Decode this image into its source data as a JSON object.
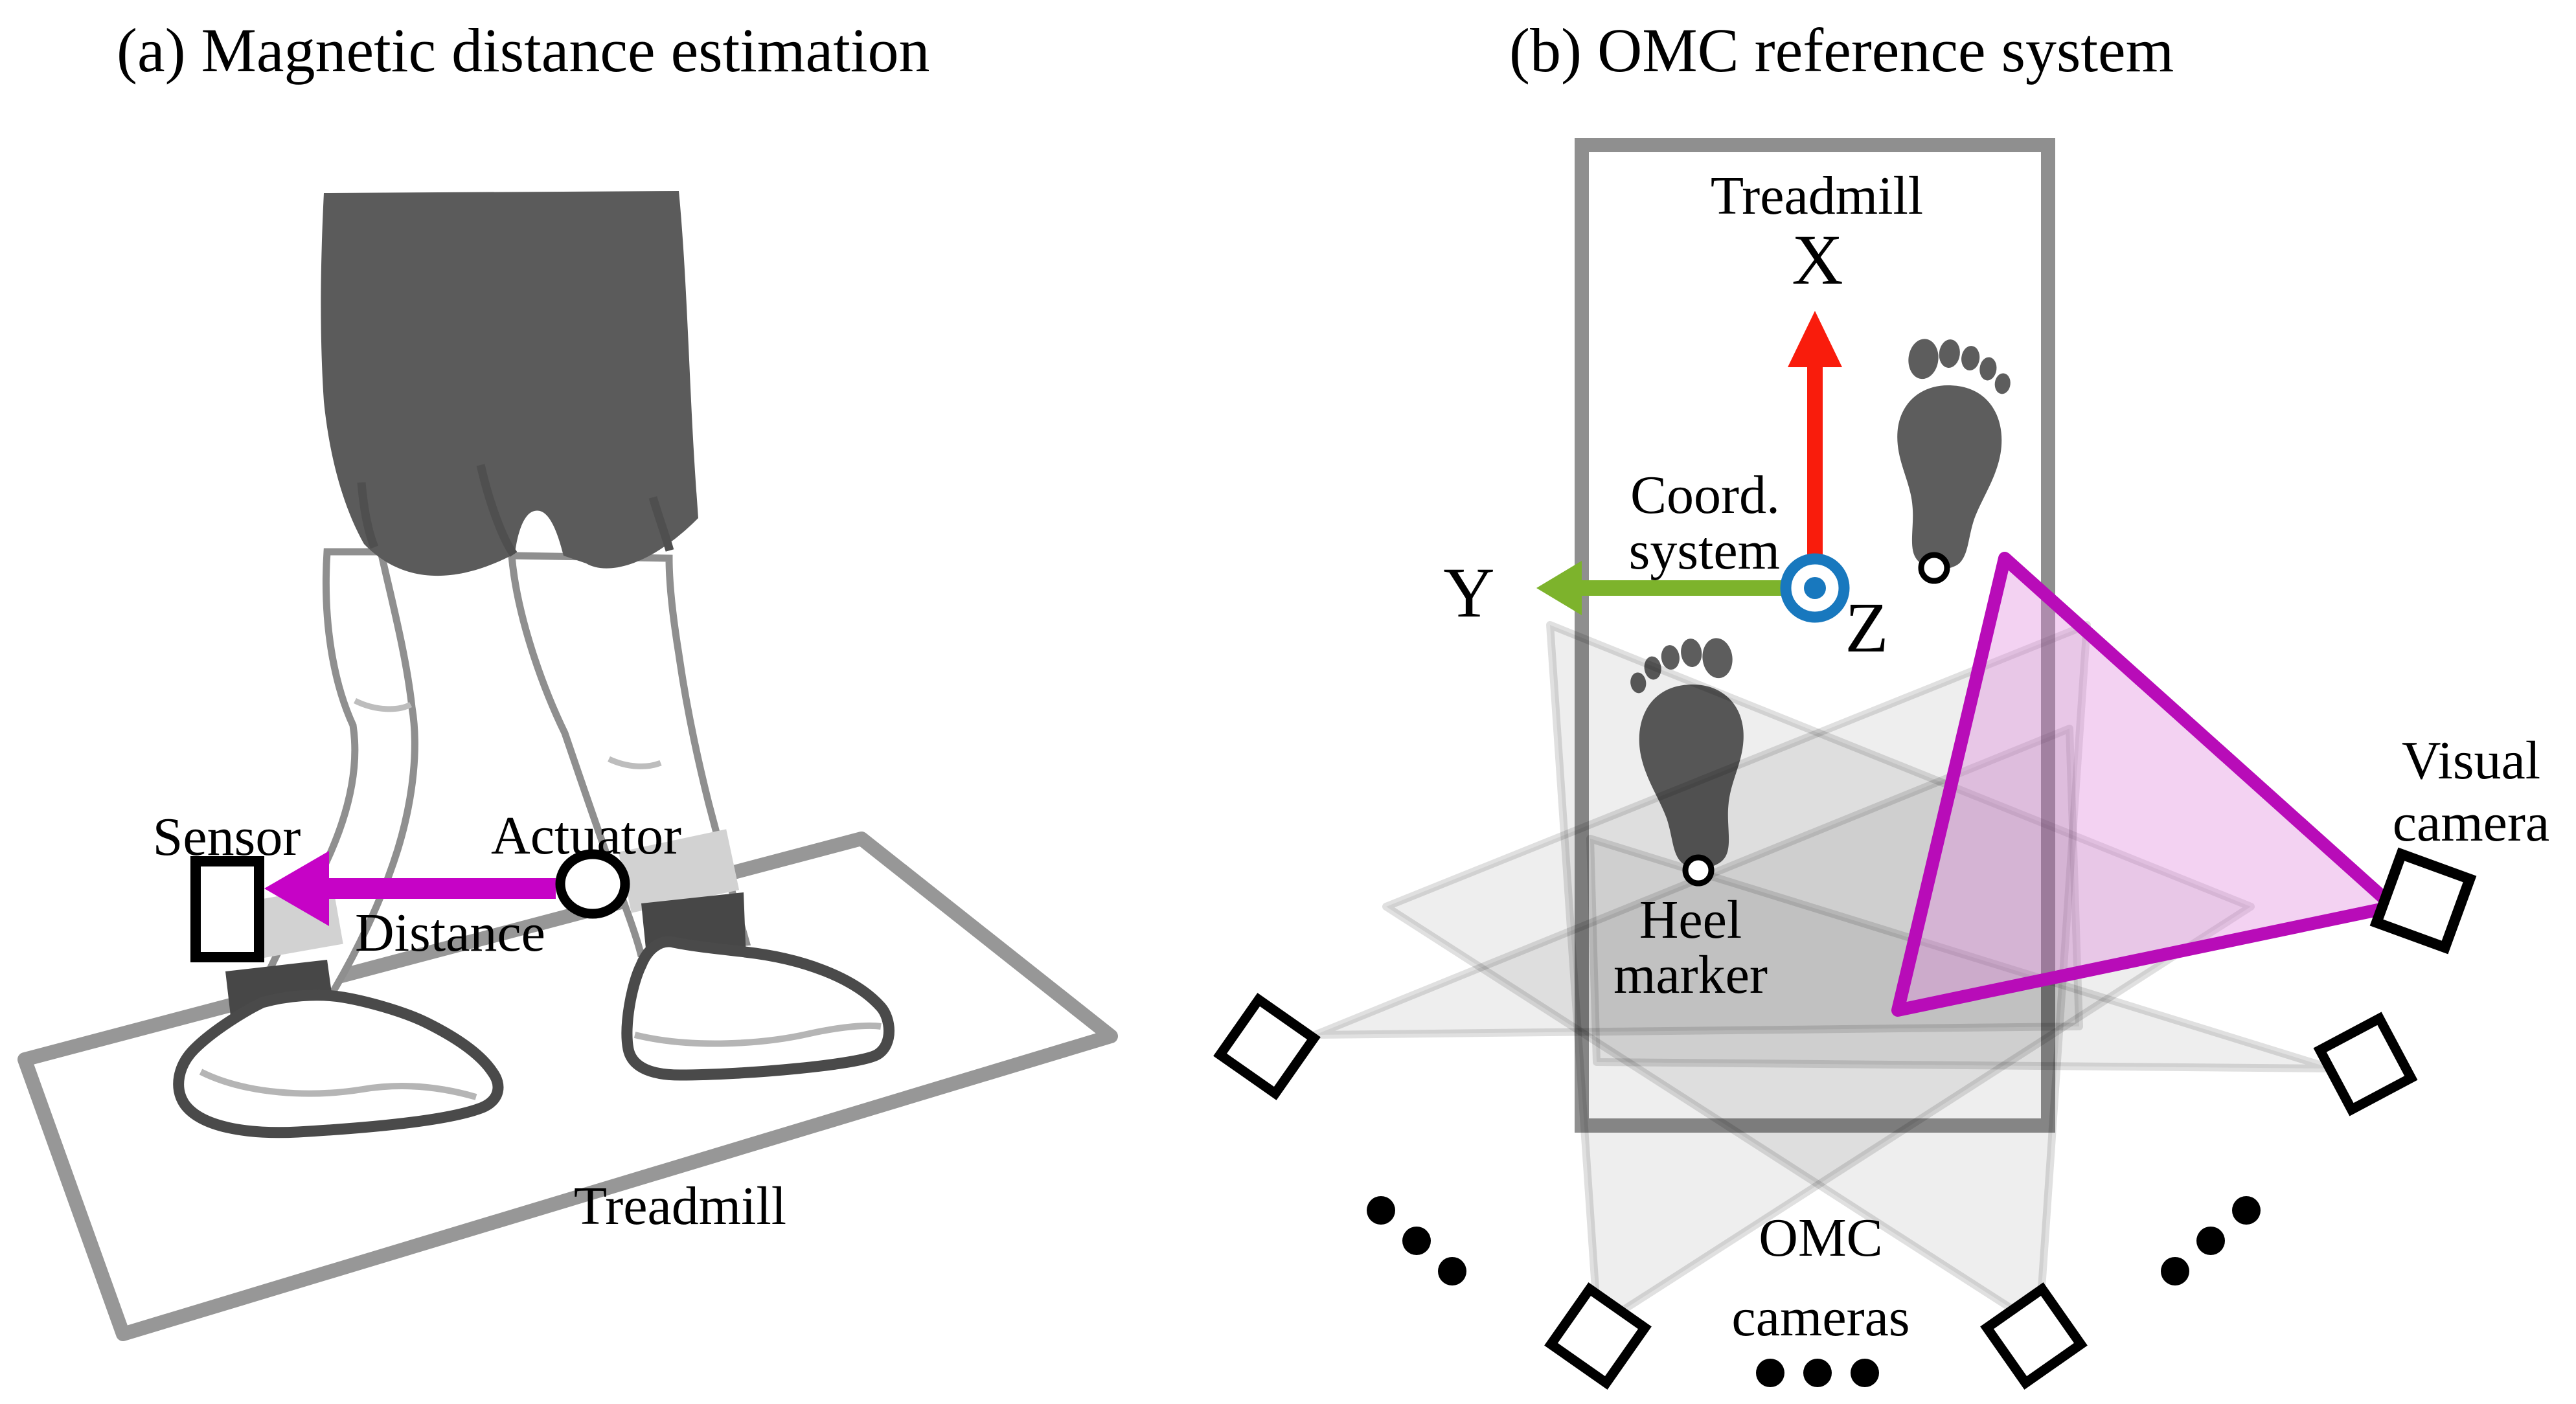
{
  "panel_a": {
    "title": "(a) Magnetic distance estimation",
    "labels": {
      "sensor": "Sensor",
      "actuator": "Actuator",
      "distance": "Distance",
      "treadmill": "Treadmill"
    }
  },
  "panel_b": {
    "title": "(b) OMC reference system",
    "labels": {
      "treadmill": "Treadmill",
      "axis_x": "X",
      "axis_y": "Y",
      "axis_z": "Z",
      "coord_line1": "Coord.",
      "coord_line2": "system",
      "heel_line1": "Heel",
      "heel_line2": "marker",
      "visual_line1": "Visual",
      "visual_line2": "camera",
      "omc_line1": "OMC",
      "omc_line2": "cameras"
    }
  },
  "colors": {
    "axis_x_red": "#f91c0c",
    "axis_y_green": "#7db32c",
    "axis_z_blue": "#1878be",
    "distance_magenta": "#c603c6",
    "camera_magenta": "#b80cb8",
    "camera_cone_pink": "#e08ade",
    "footprint_gray": "#5d5d5d",
    "shorts_gray": "#5b5b5b",
    "sock_gray": "#474747",
    "shoe_outline_gray": "#4a4a4a",
    "leg_outline_gray": "#8f8f8f",
    "strap_gray": "#d2d2d2",
    "treadmill_gray": "#979797",
    "treadmill_rect_gray": "#8f8f8f",
    "marker_white": "#ffffff",
    "camera_black": "#000000"
  }
}
